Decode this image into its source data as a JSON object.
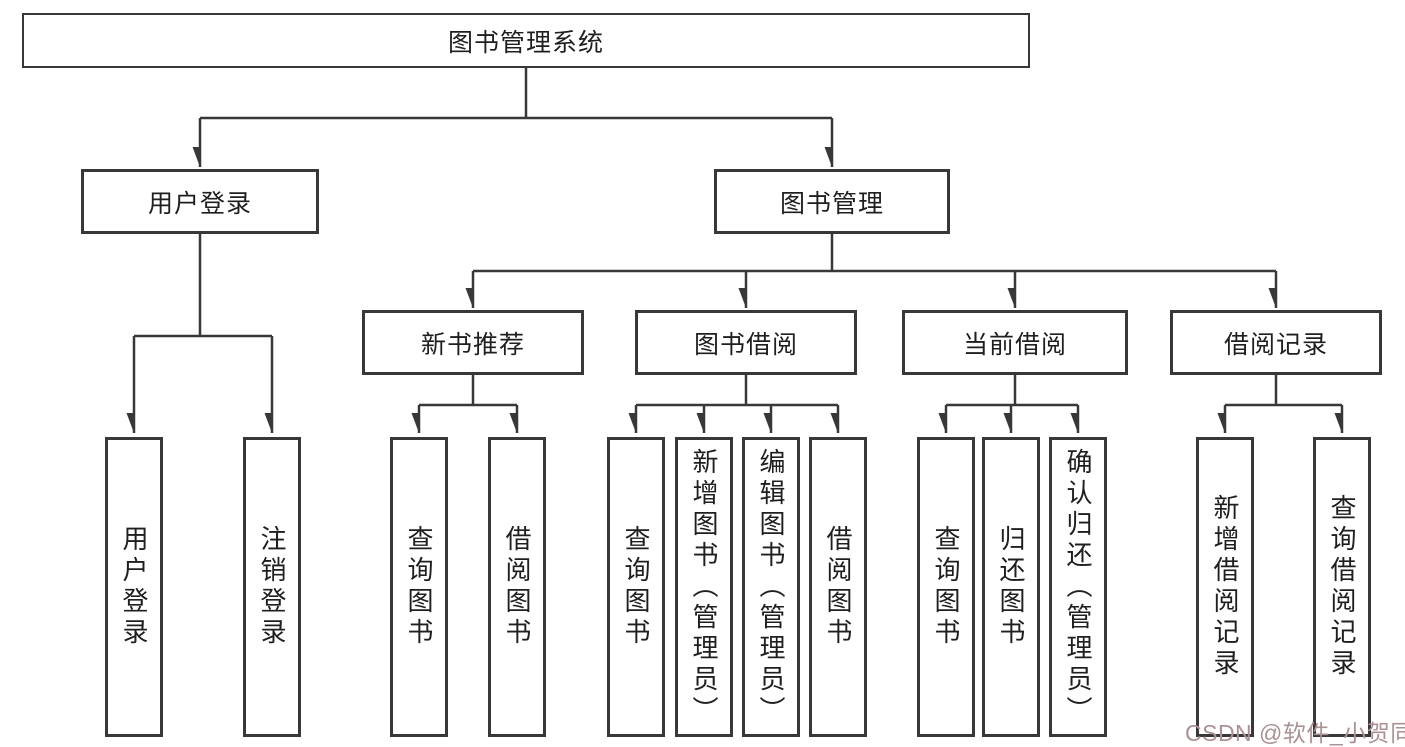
{
  "diagram": {
    "root": {
      "label": "图书管理系统"
    },
    "level2": [
      {
        "label": "用户登录"
      },
      {
        "label": "图书管理"
      }
    ],
    "level3": [
      {
        "label": "新书推荐"
      },
      {
        "label": "图书借阅"
      },
      {
        "label": "当前借阅"
      },
      {
        "label": "借阅记录"
      }
    ],
    "leaves": {
      "user_login": [
        {
          "label": "用户登录"
        },
        {
          "label": "注销登录"
        }
      ],
      "new_book": [
        {
          "label": "查询图书"
        },
        {
          "label": "借阅图书"
        }
      ],
      "book_borrow": [
        {
          "label": "查询图书"
        },
        {
          "label": "新增图书（管理员）"
        },
        {
          "label": "编辑图书（管理员）"
        },
        {
          "label": "借阅图书"
        }
      ],
      "current_borrow": [
        {
          "label": "查询图书"
        },
        {
          "label": "归还图书"
        },
        {
          "label": "确认归还（管理员）"
        }
      ],
      "borrow_record": [
        {
          "label": "新增借阅记录"
        },
        {
          "label": "查询借阅记录"
        }
      ]
    }
  },
  "watermark": {
    "text": "CSDN @软件_小贺同学",
    "color": "#ab9194"
  },
  "colors": {
    "line": "#383838",
    "box_border": "#383838",
    "box_background": "#ffffff",
    "text": "#1f1f1f",
    "page_background": "#ffffff"
  }
}
